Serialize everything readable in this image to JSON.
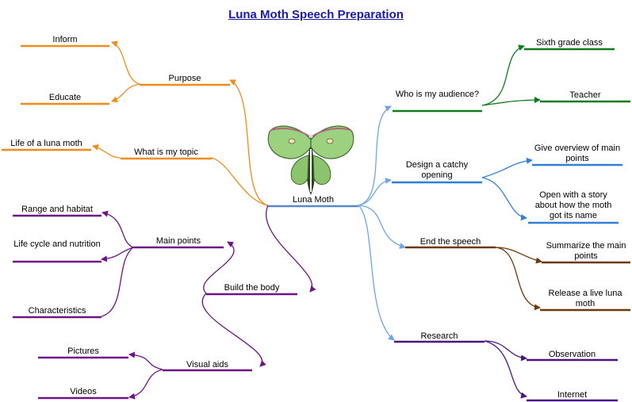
{
  "title": "Luna Moth Speech Preparation",
  "colors": {
    "title": "#1a1aa6",
    "orange": "#ef8c1a",
    "purple": "#6e1486",
    "green": "#107d1c",
    "blue": "#2f7fdb",
    "light_blue": "#6fa6e6",
    "brown": "#6b3a0a",
    "dark_purple": "#4a1580"
  },
  "center": {
    "label": "Luna Moth",
    "image": "luna-moth-photo"
  },
  "left": {
    "purpose": {
      "label": "Purpose",
      "children": [
        "Inform",
        "Educate"
      ]
    },
    "topic": {
      "label": "What is my topic",
      "children": [
        "Life of a luna moth"
      ]
    },
    "body": {
      "label": "Build the body",
      "main_points": {
        "label": "Main points",
        "children": [
          "Range and habitat",
          "Life cycle and nutrition",
          "Characteristics"
        ]
      },
      "visual_aids": {
        "label": "Visual aids",
        "children": [
          "Pictures",
          "Videos"
        ]
      }
    }
  },
  "right": {
    "audience": {
      "label": "Who is my audience?",
      "children": [
        "Sixth grade class",
        "Teacher"
      ]
    },
    "opening": {
      "label": "Design a catchy opening",
      "children": [
        "Give overview of main points",
        "Open with a story about how the moth got its name"
      ]
    },
    "end": {
      "label": "End the speech",
      "children": [
        "Summarize the main points",
        "Release a live luna moth"
      ]
    },
    "research": {
      "label": "Research",
      "children": [
        "Observation",
        "Internet"
      ]
    }
  }
}
